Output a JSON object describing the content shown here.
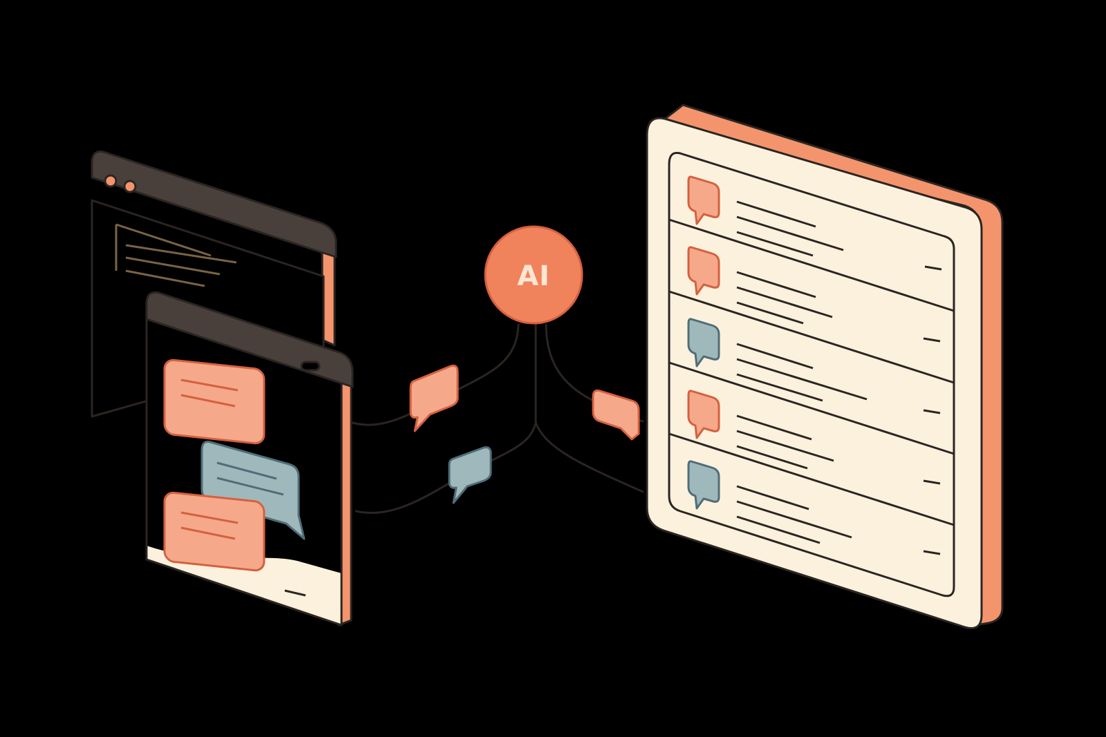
{
  "hub": {
    "label": "AI"
  },
  "colors": {
    "background": "#000000",
    "outline": "#2b2522",
    "frame_dark": "#4a403b",
    "accent_orange": "#f4946c",
    "bubble_orange": "#f5a98a",
    "bubble_orange_stroke": "#d5603f",
    "bubble_blue": "#9fb8bb",
    "bubble_blue_stroke": "#4f6d78",
    "paper": "#fcf1dd",
    "code_line": "#7a6445",
    "ai_fill": "#f0825c",
    "ai_text": "#fbe6d2"
  },
  "source_window": {
    "window_dots": [
      "control-dot-1",
      "control-dot-2"
    ],
    "code_lines": 3
  },
  "chat_window": {
    "messages": [
      {
        "role": "user",
        "color": "orange",
        "lines": 2
      },
      {
        "role": "assistant",
        "color": "blue",
        "lines": 2
      },
      {
        "role": "user",
        "color": "orange",
        "lines": 2
      }
    ]
  },
  "flow_bubbles": [
    {
      "name": "flow-bubble-top",
      "color": "orange"
    },
    {
      "name": "flow-bubble-bottom",
      "color": "blue"
    },
    {
      "name": "flow-bubble-right",
      "color": "orange"
    }
  ],
  "output_panel": {
    "rows": [
      {
        "icon": "orange-chat-icon",
        "color": "orange"
      },
      {
        "icon": "orange-chat-icon",
        "color": "orange"
      },
      {
        "icon": "blue-chat-icon",
        "color": "blue"
      },
      {
        "icon": "orange-chat-icon",
        "color": "orange"
      },
      {
        "icon": "blue-chat-icon",
        "color": "blue"
      }
    ]
  }
}
